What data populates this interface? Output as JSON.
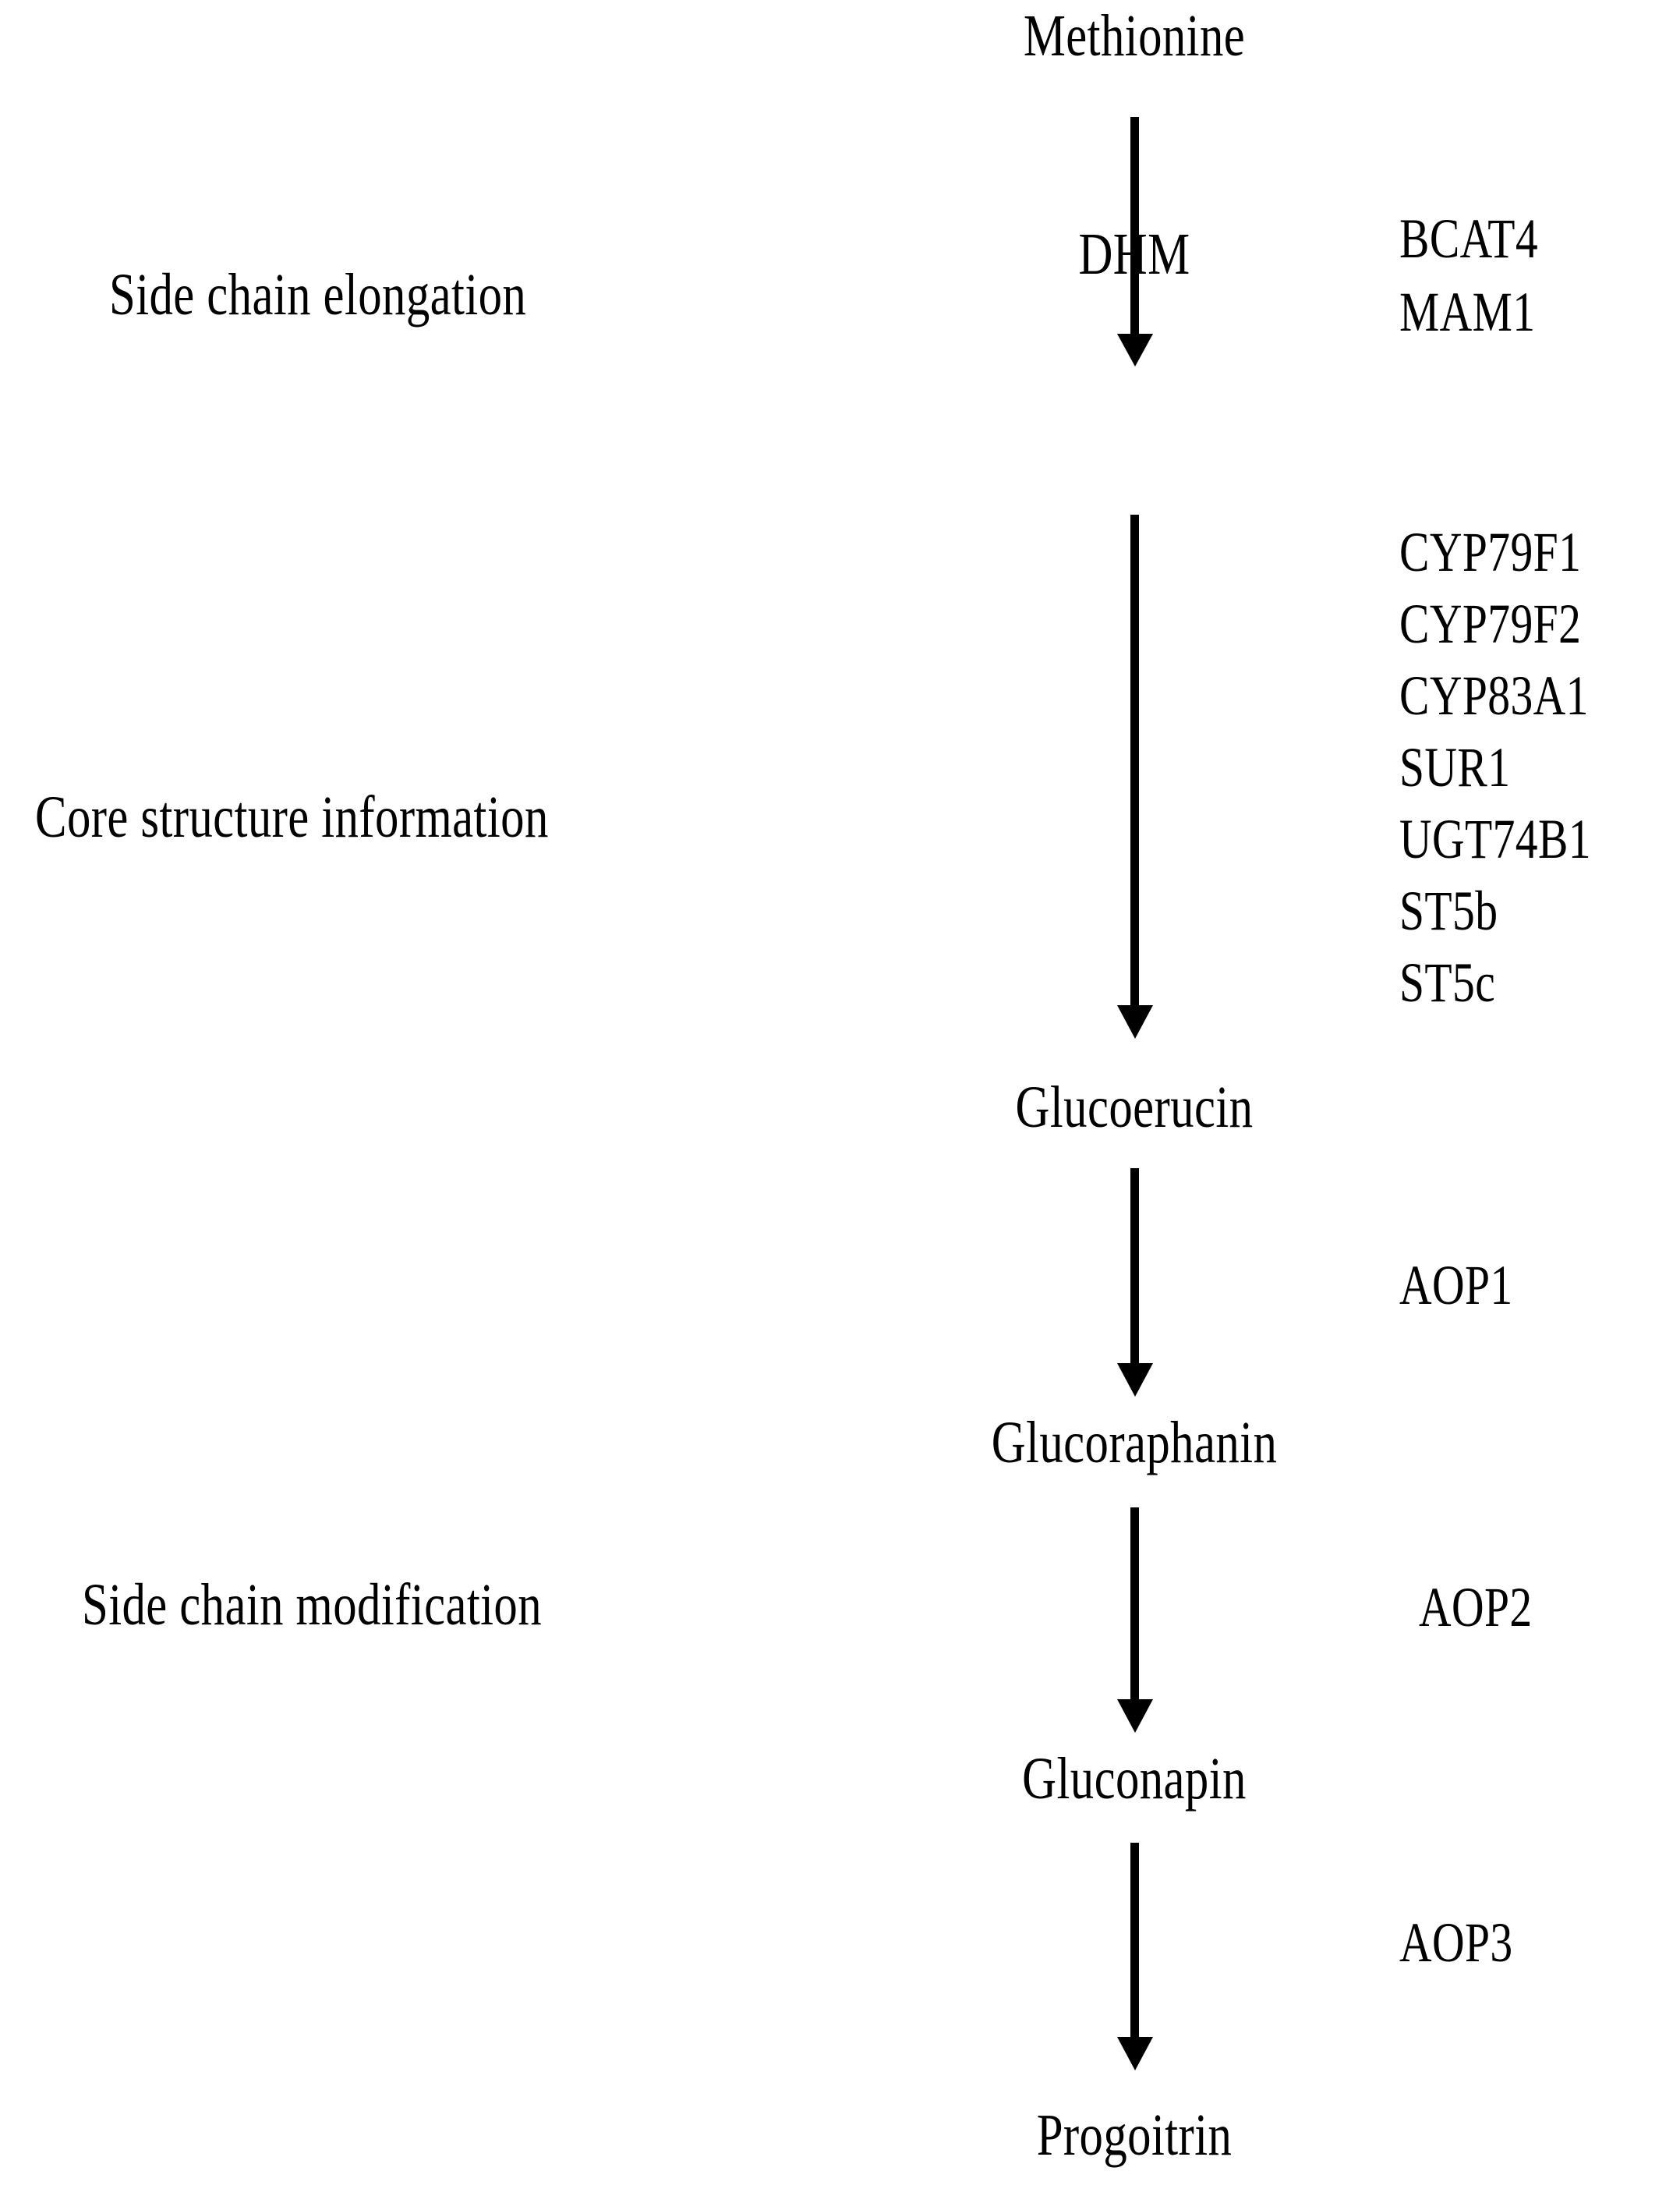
{
  "figure": {
    "kind": "pathway-flow-diagram",
    "subject": "Aliphatic glucosinolate biosynthesis from methionine",
    "background_color": "#ffffff",
    "ink_color": "#000000"
  },
  "nodes": [
    {
      "id": "methionine",
      "label": "Methionine"
    },
    {
      "id": "dhm",
      "label": "DHM"
    },
    {
      "id": "glucoerucin",
      "label": "Glucoerucin"
    },
    {
      "id": "glucoraphanin",
      "label": "Glucoraphanin"
    },
    {
      "id": "gluconapin",
      "label": "Gluconapin"
    },
    {
      "id": "progoitrin",
      "label": "Progoitrin"
    }
  ],
  "process_labels": [
    {
      "id": "side-chain-elongation",
      "label": "Side chain elongation"
    },
    {
      "id": "core-structure",
      "label": "Core structure information"
    },
    {
      "id": "side-chain-modification",
      "label": "Side chain modification"
    }
  ],
  "enzyme_groups": [
    {
      "id": "elongation-enzymes",
      "step": "Methionine to DHM",
      "genes": [
        "BCAT4",
        "MAM1"
      ]
    },
    {
      "id": "core-structure-enzymes",
      "step": "DHM to Glucoerucin",
      "genes": [
        "CYP79F1",
        "CYP79F2",
        "CYP83A1",
        "SUR1",
        "UGT74B1",
        "ST5b",
        "ST5c"
      ]
    },
    {
      "id": "aop1-enzyme",
      "step": "Glucoerucin to Glucoraphanin",
      "genes": [
        "AOP1"
      ]
    },
    {
      "id": "aop2-enzyme",
      "step": "Glucoraphanin to Gluconapin",
      "genes": [
        "AOP2"
      ]
    },
    {
      "id": "aop3-enzyme",
      "step": "Gluconapin to Progoitrin",
      "genes": [
        "AOP3"
      ]
    }
  ],
  "arrows": [
    {
      "id": "arrow-methionine-dhm",
      "from": "methionine",
      "to": "dhm",
      "direction": "down"
    },
    {
      "id": "arrow-dhm-glucoerucin",
      "from": "dhm",
      "to": "glucoerucin",
      "direction": "down"
    },
    {
      "id": "arrow-glucoerucin-glucoraphanin",
      "from": "glucoerucin",
      "to": "glucoraphanin",
      "direction": "down"
    },
    {
      "id": "arrow-glucoraphanin-gluconapin",
      "from": "glucoraphanin",
      "to": "gluconapin",
      "direction": "down"
    },
    {
      "id": "arrow-gluconapin-progoitrin",
      "from": "gluconapin",
      "to": "progoitrin",
      "direction": "down"
    }
  ],
  "chart_data": {
    "type": "diagram",
    "title": "",
    "sequence": [
      "Methionine",
      "DHM",
      "Glucoerucin",
      "Glucoraphanin",
      "Gluconapin",
      "Progoitrin"
    ],
    "steps": [
      {
        "from": "Methionine",
        "to": "DHM",
        "stage": "Side chain elongation",
        "enzymes": [
          "BCAT4",
          "MAM1"
        ]
      },
      {
        "from": "DHM",
        "to": "Glucoerucin",
        "stage": "Core structure information",
        "enzymes": [
          "CYP79F1",
          "CYP79F2",
          "CYP83A1",
          "SUR1",
          "UGT74B1",
          "ST5b",
          "ST5c"
        ]
      },
      {
        "from": "Glucoerucin",
        "to": "Glucoraphanin",
        "stage": "Side chain modification",
        "enzymes": [
          "AOP1"
        ]
      },
      {
        "from": "Glucoraphanin",
        "to": "Gluconapin",
        "stage": "Side chain modification",
        "enzymes": [
          "AOP2"
        ]
      },
      {
        "from": "Gluconapin",
        "to": "Progoitrin",
        "stage": "Side chain modification",
        "enzymes": [
          "AOP3"
        ]
      }
    ]
  }
}
